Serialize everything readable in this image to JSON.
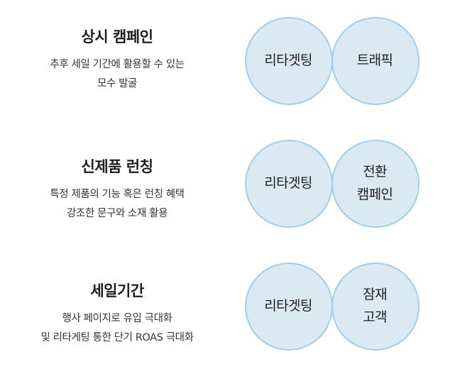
{
  "rows": [
    {
      "title": "상시 캠페인",
      "desc": [
        "추후 세일 기간에 활용할 수 있는",
        "모수 발굴"
      ],
      "circle_left": "리타겟팅",
      "circle_right": [
        "트래픽"
      ]
    },
    {
      "title": "신제품 런칭",
      "desc": [
        "특정 제품의 기능 혹은 런칭 혜택",
        "강조한 문구와 소재 활용"
      ],
      "circle_left": "리타겟팅",
      "circle_right": [
        "전환",
        "캠페인"
      ]
    },
    {
      "title": "세일기간",
      "desc": [
        "행사 페이지로 유입 극대화",
        "및 리타게팅 통한 단기 ROAS 극대화"
      ],
      "circle_left": "리타겟팅",
      "circle_right": [
        "잠재",
        "고객"
      ]
    }
  ],
  "colors": {
    "circle_fill": "#dbe9f3",
    "circle_border": "#9fd0e9"
  }
}
